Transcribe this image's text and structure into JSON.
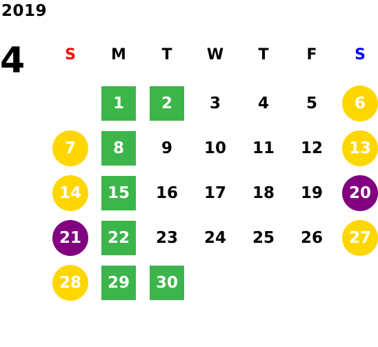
{
  "calendar": {
    "year": "2019",
    "month": "4",
    "colors": {
      "sunday": "#ff0000",
      "saturday": "#0000ff",
      "weekday": "#000000",
      "green": "#3cb54a",
      "yellow": "#ffd700",
      "purple": "#800080"
    },
    "weekdays": [
      {
        "label": "S",
        "kind": "sunday"
      },
      {
        "label": "M",
        "kind": "weekday"
      },
      {
        "label": "T",
        "kind": "weekday"
      },
      {
        "label": "W",
        "kind": "weekday"
      },
      {
        "label": "T",
        "kind": "weekday"
      },
      {
        "label": "F",
        "kind": "weekday"
      },
      {
        "label": "S",
        "kind": "saturday"
      }
    ],
    "weeks": [
      [
        null,
        {
          "day": "1",
          "style": "green"
        },
        {
          "day": "2",
          "style": "green"
        },
        {
          "day": "3",
          "style": "plain"
        },
        {
          "day": "4",
          "style": "plain"
        },
        {
          "day": "5",
          "style": "plain"
        },
        {
          "day": "6",
          "style": "yellow"
        }
      ],
      [
        {
          "day": "7",
          "style": "yellow"
        },
        {
          "day": "8",
          "style": "green"
        },
        {
          "day": "9",
          "style": "plain"
        },
        {
          "day": "10",
          "style": "plain"
        },
        {
          "day": "11",
          "style": "plain"
        },
        {
          "day": "12",
          "style": "plain"
        },
        {
          "day": "13",
          "style": "yellow"
        }
      ],
      [
        {
          "day": "14",
          "style": "yellow"
        },
        {
          "day": "15",
          "style": "green"
        },
        {
          "day": "16",
          "style": "plain"
        },
        {
          "day": "17",
          "style": "plain"
        },
        {
          "day": "18",
          "style": "plain"
        },
        {
          "day": "19",
          "style": "plain"
        },
        {
          "day": "20",
          "style": "purple"
        }
      ],
      [
        {
          "day": "21",
          "style": "purple"
        },
        {
          "day": "22",
          "style": "green"
        },
        {
          "day": "23",
          "style": "plain"
        },
        {
          "day": "24",
          "style": "plain"
        },
        {
          "day": "25",
          "style": "plain"
        },
        {
          "day": "26",
          "style": "plain"
        },
        {
          "day": "27",
          "style": "yellow"
        }
      ],
      [
        {
          "day": "28",
          "style": "yellow"
        },
        {
          "day": "29",
          "style": "green"
        },
        {
          "day": "30",
          "style": "green"
        },
        null,
        null,
        null,
        null
      ]
    ]
  }
}
